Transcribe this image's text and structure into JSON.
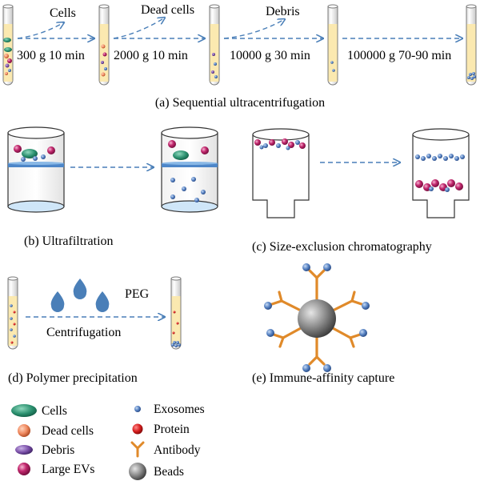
{
  "panel_a": {
    "caption": "(a) Sequential ultracentrifugation",
    "step_labels": [
      "300 g 10 min",
      "2000 g 10 min",
      "10000 g 30 min",
      "100000 g 70-90 min"
    ],
    "removed_labels": [
      "Cells",
      "Dead cells",
      "Debris"
    ]
  },
  "panel_b": {
    "caption": "(b) Ultrafiltration"
  },
  "panel_c": {
    "caption": "(c) Size-exclusion chromatography"
  },
  "panel_d": {
    "caption": "(d) Polymer precipitation",
    "reagent_label": "PEG",
    "process_label": "Centrifugation"
  },
  "panel_e": {
    "caption": "(e) Immune-affinity capture"
  },
  "legend": {
    "col1": [
      "Cells",
      "Dead cells",
      "Debris",
      "Large EVs"
    ],
    "col2": [
      "Exosomes",
      "Protein",
      "Antibody",
      "Beads"
    ]
  },
  "colors": {
    "arrow": "#4a7fb8",
    "cell": "#2a8f6e",
    "dead_cell": "#f08a60",
    "debris": "#7a4fa8",
    "large_ev": "#c2286e",
    "exosome": "#5b86c6",
    "protein": "#d81e1e",
    "antibody": "#e08a2a",
    "bead": "#8a8a8a"
  }
}
